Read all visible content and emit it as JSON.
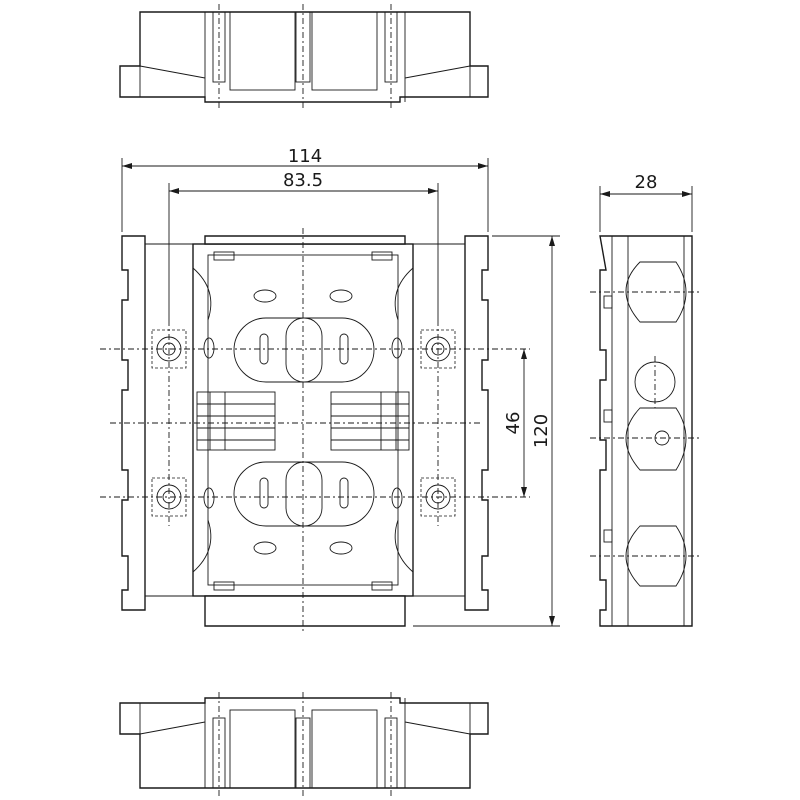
{
  "dimensions": {
    "overall_width": "114",
    "hole_pitch_width": "83.5",
    "depth": "28",
    "hole_pitch_height": "46",
    "overall_height": "120"
  }
}
